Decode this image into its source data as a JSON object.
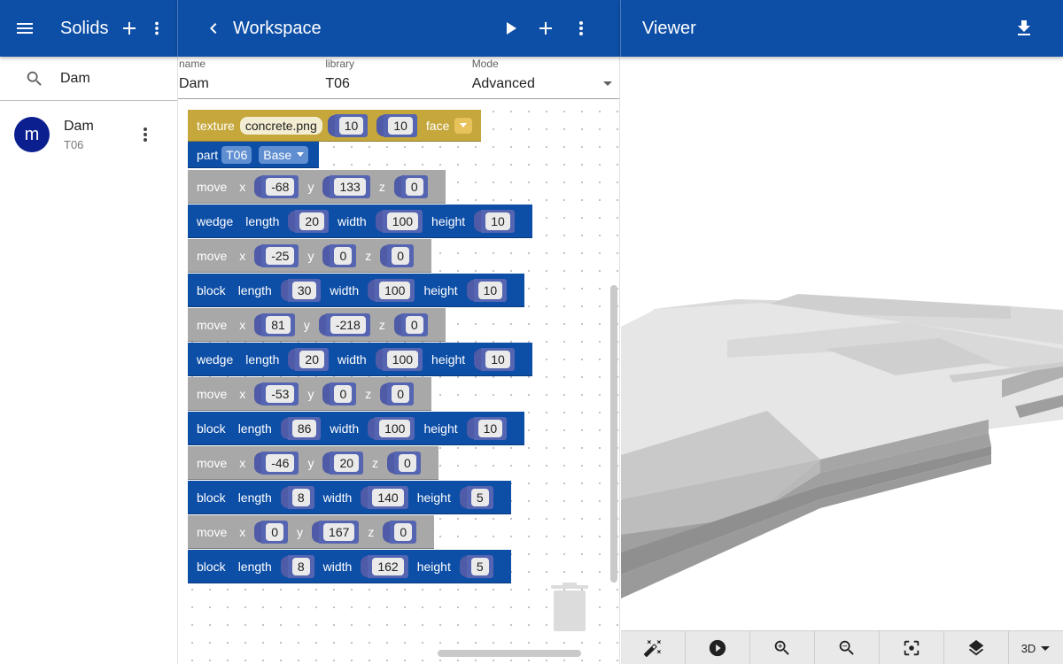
{
  "left_bar": {
    "title": "Solids"
  },
  "search": {
    "value": "Dam",
    "placeholder": ""
  },
  "solids_list": [
    {
      "avatar": "m",
      "title": "Dam",
      "subtitle": "T06"
    }
  ],
  "workspace_bar": {
    "title": "Workspace"
  },
  "fields": {
    "name": {
      "label": "name",
      "value": "Dam"
    },
    "library": {
      "label": "library",
      "value": "T06"
    },
    "mode": {
      "label": "Mode",
      "value": "Advanced"
    }
  },
  "blocks": {
    "texture": {
      "keyword": "texture",
      "file": "concrete.png",
      "a": "10",
      "b": "10",
      "face": "face"
    },
    "part": {
      "keyword": "part",
      "library": "T06",
      "name": "Base"
    },
    "rows": [
      {
        "kw": "move",
        "labels": [
          "x",
          "y",
          "z"
        ],
        "values": [
          "-68",
          "133",
          "0"
        ]
      },
      {
        "kw": "wedge",
        "labels": [
          "length",
          "width",
          "height"
        ],
        "values": [
          "20",
          "100",
          "10"
        ]
      },
      {
        "kw": "move",
        "labels": [
          "x",
          "y",
          "z"
        ],
        "values": [
          "-25",
          "0",
          "0"
        ]
      },
      {
        "kw": "block",
        "labels": [
          "length",
          "width",
          "height"
        ],
        "values": [
          "30",
          "100",
          "10"
        ]
      },
      {
        "kw": "move",
        "labels": [
          "x",
          "y",
          "z"
        ],
        "values": [
          "81",
          "-218",
          "0"
        ]
      },
      {
        "kw": "wedge",
        "labels": [
          "length",
          "width",
          "height"
        ],
        "values": [
          "20",
          "100",
          "10"
        ]
      },
      {
        "kw": "move",
        "labels": [
          "x",
          "y",
          "z"
        ],
        "values": [
          "-53",
          "0",
          "0"
        ]
      },
      {
        "kw": "block",
        "labels": [
          "length",
          "width",
          "height"
        ],
        "values": [
          "86",
          "100",
          "10"
        ]
      },
      {
        "kw": "move",
        "labels": [
          "x",
          "y",
          "z"
        ],
        "values": [
          "-46",
          "20",
          "0"
        ]
      },
      {
        "kw": "block",
        "labels": [
          "length",
          "width",
          "height"
        ],
        "values": [
          "8",
          "140",
          "5"
        ]
      },
      {
        "kw": "move",
        "labels": [
          "x",
          "y",
          "z"
        ],
        "values": [
          "0",
          "167",
          "0"
        ]
      },
      {
        "kw": "block",
        "labels": [
          "length",
          "width",
          "height"
        ],
        "values": [
          "8",
          "162",
          "5"
        ]
      }
    ]
  },
  "viewer_bar": {
    "title": "Viewer"
  },
  "viewer_tools": {
    "mode": "3D"
  },
  "colors": {
    "primary": "#0d4ea6",
    "texture_block": "#c5a73b",
    "move_block": "#a8a8a8",
    "avatar": "#0b1f8f"
  }
}
